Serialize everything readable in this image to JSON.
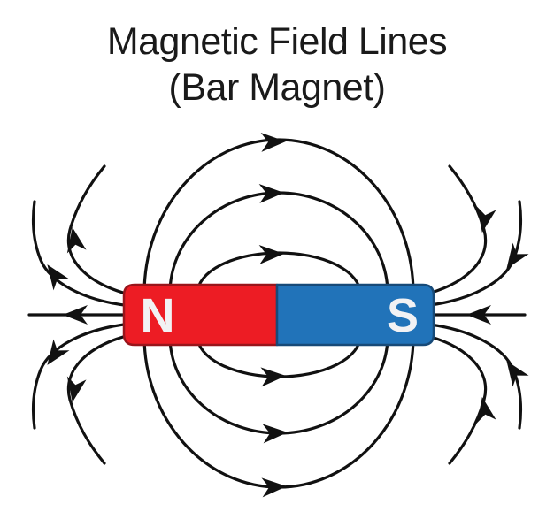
{
  "title": {
    "line1": "Magnetic Field Lines",
    "line2": "(Bar Magnet)"
  },
  "magnet": {
    "north_label": "N",
    "south_label": "S"
  },
  "colors": {
    "background": "#FFFFFF",
    "title_text": "#1A1A1A",
    "field_line": "#111111",
    "north_red": "#ED1C24",
    "north_border": "#99151B",
    "south_blue": "#2173B9",
    "south_border": "#174A78",
    "pole_label": "#F2F2F4"
  }
}
